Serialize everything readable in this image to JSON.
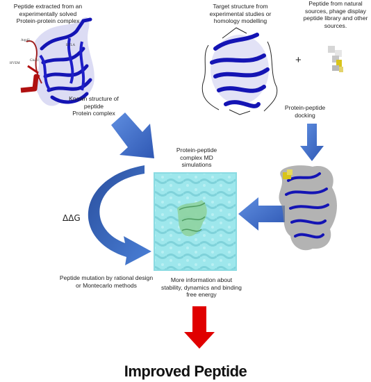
{
  "texts": {
    "peptide_extracted": [
      "Peptide extracted from an",
      "experimentally solved",
      "Protein-protein complex"
    ],
    "target_structure": [
      "Target structure from",
      "experimental studies or",
      "homology modelling"
    ],
    "peptide_natural": [
      "Peptide from natural",
      "sources, phage display",
      "peptide library and other",
      "sources."
    ],
    "known_structure": [
      "Known structure of",
      "peptide",
      "Protein complex"
    ],
    "docking": [
      "Protein-peptide",
      "docking"
    ],
    "md_simulations": [
      "Protein-peptide",
      "complex MD",
      "simulations"
    ],
    "mutation": [
      "Peptide mutation by rational design",
      "or Montecarlo methods"
    ],
    "more_info": [
      "More information about",
      "stability, dynamics and binding",
      "free energy"
    ],
    "delta_g": "ΔΔG",
    "plus": "+",
    "title": "Improved Peptide"
  },
  "structure_labels": {
    "arg": "Arg42",
    "btla": "BTLA",
    "hvem": "HVEM",
    "glu": "Glu31"
  },
  "colors": {
    "protein_blue": "#1414b4",
    "arrow_blue": "#3a66c4",
    "arrow_red": "#e00000",
    "water_box": "#9ee7ec",
    "peptide_red": "#b01010",
    "peptide_yellow": "#d8c41a"
  }
}
